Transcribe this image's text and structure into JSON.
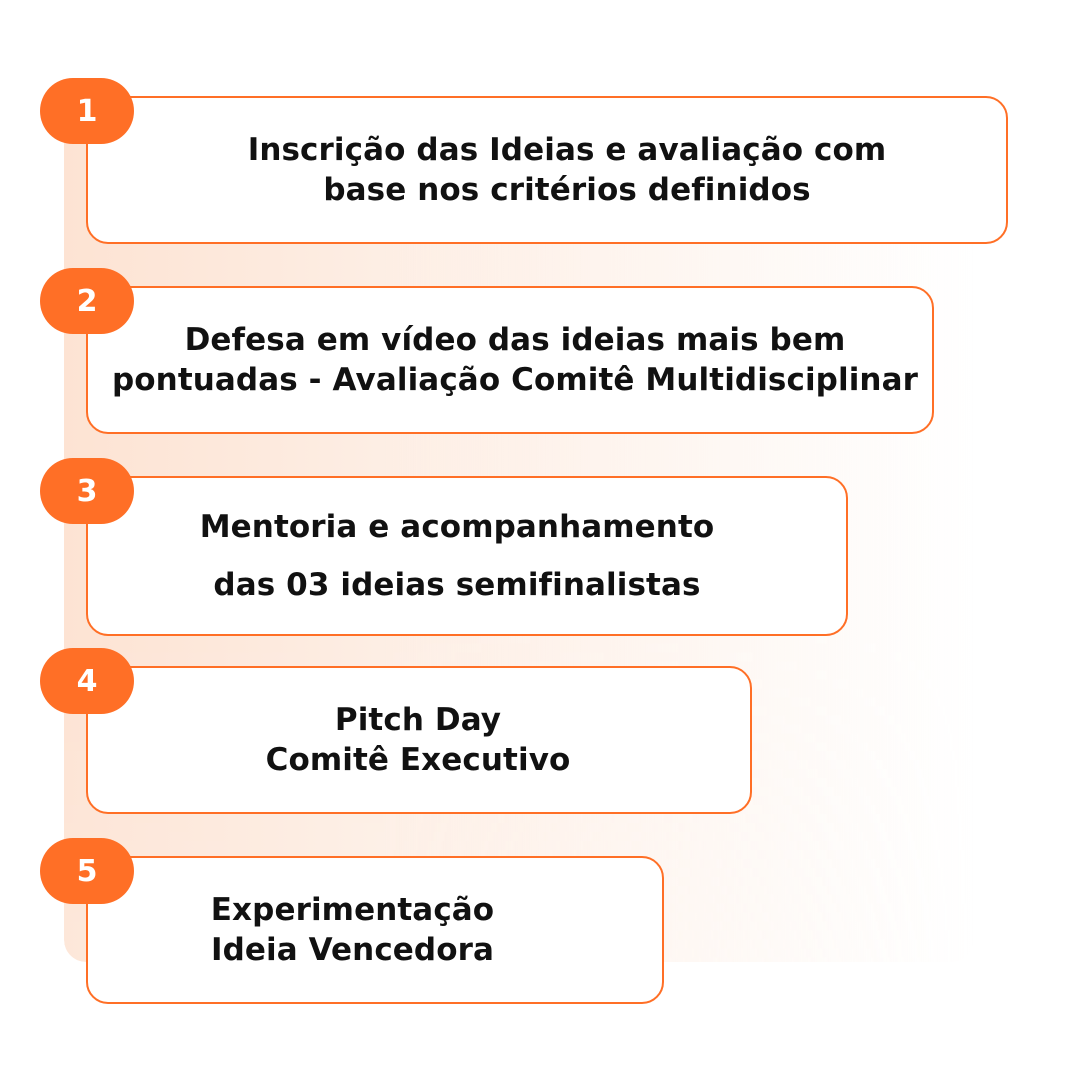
{
  "accent_color": "#ff6f26",
  "steps": [
    {
      "number": "1",
      "text": "Inscrição das Ideias e avaliação com\nbase nos critérios definidos"
    },
    {
      "number": "2",
      "text": "Defesa em vídeo das ideias mais bem\npontuadas - Avaliação Comitê Multidisciplinar"
    },
    {
      "number": "3",
      "text": "Mentoria e acompanhamento\ndas 03 ideias semifinalistas"
    },
    {
      "number": "4",
      "text": "Pitch Day\nComitê Executivo"
    },
    {
      "number": "5",
      "text": "Experimentação\nIdeia Vencedora"
    }
  ]
}
